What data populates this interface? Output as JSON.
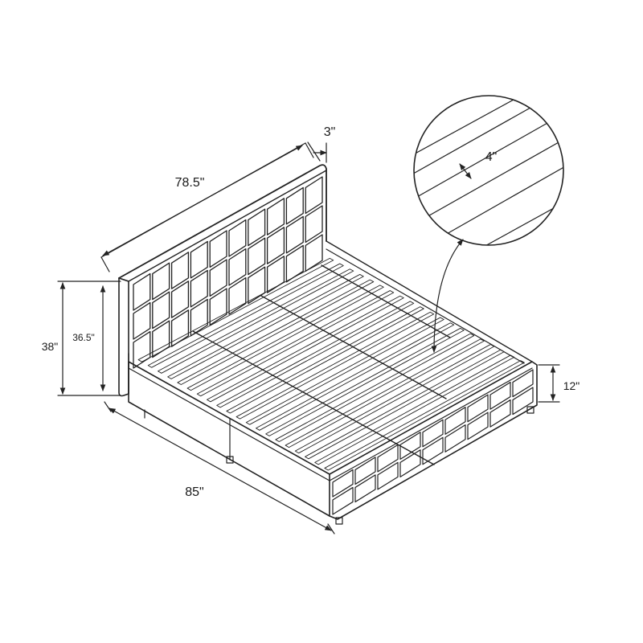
{
  "dimensions": {
    "headboard_width": "78.5\"",
    "headboard_thickness": "3\"",
    "slat_width": "4\"",
    "total_height": "38\"",
    "headboard_height": "36.5\"",
    "side_rail_height": "12\"",
    "bed_length": "85\""
  },
  "colors": {
    "line": "#222222",
    "background": "#ffffff"
  }
}
